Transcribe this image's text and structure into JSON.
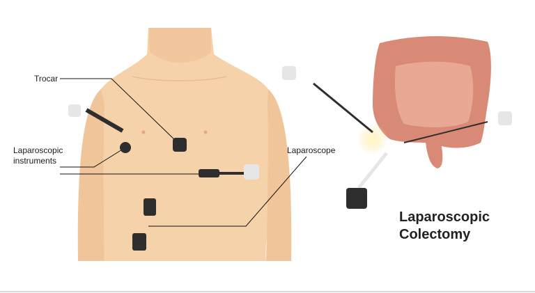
{
  "labels": {
    "trocar": "Trocar",
    "laparoscopic_instruments": [
      "Laparoscopic",
      "instruments"
    ],
    "laparoscope": "Laparoscope"
  },
  "title": [
    "Laparoscopic",
    "Colectomy"
  ],
  "colors": {
    "skin": "#f6d2ab",
    "skin_shade": "#eebf92",
    "colon": "#d98a76",
    "small_intestine": "#e9a894",
    "instrument_dark": "#2e2e2e",
    "instrument_light": "#e6e6e6",
    "light_glow": "#fbe69b"
  }
}
